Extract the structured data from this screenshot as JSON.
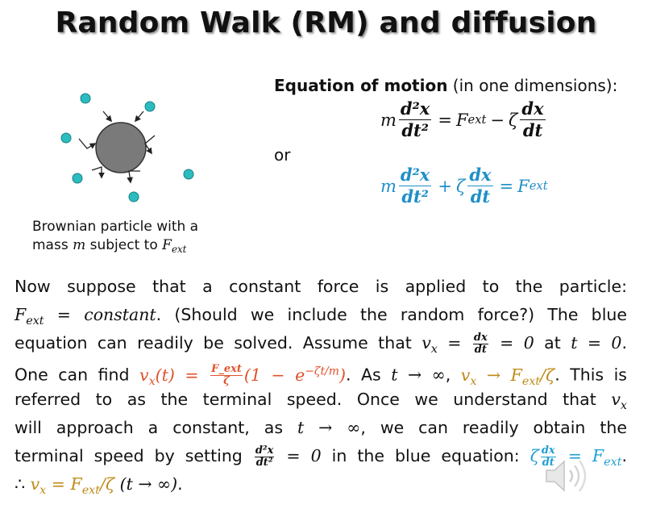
{
  "title": "Random Walk (RM) and diffusion",
  "caption": {
    "line1": "Brownian particle with a",
    "line2_prefix": "mass ",
    "line2_m": "m",
    "line2_mid": " subject to ",
    "F": "F",
    "ext": "ext"
  },
  "eom": {
    "heading_bold": "Equation of motion",
    "heading_rest": " (in one dimensions):",
    "eq1": {
      "m": "m",
      "num1": "d²x",
      "den1": "dt²",
      "eq": "=",
      "F": "F",
      "ext": "ext",
      "minus": "−",
      "zeta": "ζ",
      "num2": "dx",
      "den2": "dt"
    },
    "or": "or",
    "eq2": {
      "m": "m",
      "num1": "d²x",
      "den1": "dt²",
      "plus": "+",
      "zeta": "ζ",
      "num2": "dx",
      "den2": "dt",
      "eq": "=",
      "F": "F",
      "ext": "ext"
    }
  },
  "para": {
    "l1": "Now suppose that a constant force is applied to the particle:",
    "l2_math": "F",
    "l2_ext": "ext",
    "l2_eq": " = constant",
    "l2_rest": ".  (Should we include the random force?)  The blue",
    "l3_text": "equation can readily be solved.  Assume that ",
    "l3_v": "v",
    "l3_x": "x",
    "l3_eq": " = ",
    "l3_num": "dx",
    "l3_den": "dt",
    "l3_zero": " = 0",
    "l3_at": " at ",
    "l3_t": "t = 0",
    "l3_end": ".",
    "l4_text": "One can find ",
    "l4_sol": "v",
    "l4_solx": "x",
    "l4_solt": "(t) = ",
    "l4_fnum": "F_ext",
    "l4_fden": "ζ",
    "l4_paren": "(1 − e",
    "l4_exp": "−ζt/m",
    "l4_close": ")",
    "l4_dot": ".  As ",
    "l4_tinf": "t → ∞",
    "l4_comma": ", ",
    "l4_vx": "v",
    "l4_vxs": "x",
    "l4_arrow": " → F",
    "l4_ext": "ext",
    "l4_zeta": "/ζ",
    "l4_this": ".  This is",
    "l5_text": "referred to as the terminal speed.  Once we understand that ",
    "l5_v": "v",
    "l5_x": "x",
    "l6_text": "will approach a constant, as ",
    "l6_t": "t → ∞",
    "l6_rest": ", we can readily obtain the",
    "l7_text": "terminal speed by setting ",
    "l7_num": "d²x",
    "l7_den": "dt²",
    "l7_zero": " = 0",
    "l7_mid": " in the blue equation: ",
    "l7_zeta": "ζ",
    "l7_num2": "dx",
    "l7_den2": "dt",
    "l7_eq": " = F",
    "l7_ext": "ext",
    "l7_dot": ".",
    "l8_therefore": "∴ ",
    "l8_v": "v",
    "l8_x": "x",
    "l8_eq": " = F",
    "l8_ext": "ext",
    "l8_zeta": "/ζ",
    "l8_tinf": " (t → ∞)",
    "l8_end": "."
  },
  "colors": {
    "blue": "#1f8fc7",
    "red": "#e0522a",
    "gold": "#c08a18",
    "particle": "#7a7a7a",
    "molecule": "#2bbcc0"
  },
  "icons": {
    "speaker": "speaker-icon"
  }
}
